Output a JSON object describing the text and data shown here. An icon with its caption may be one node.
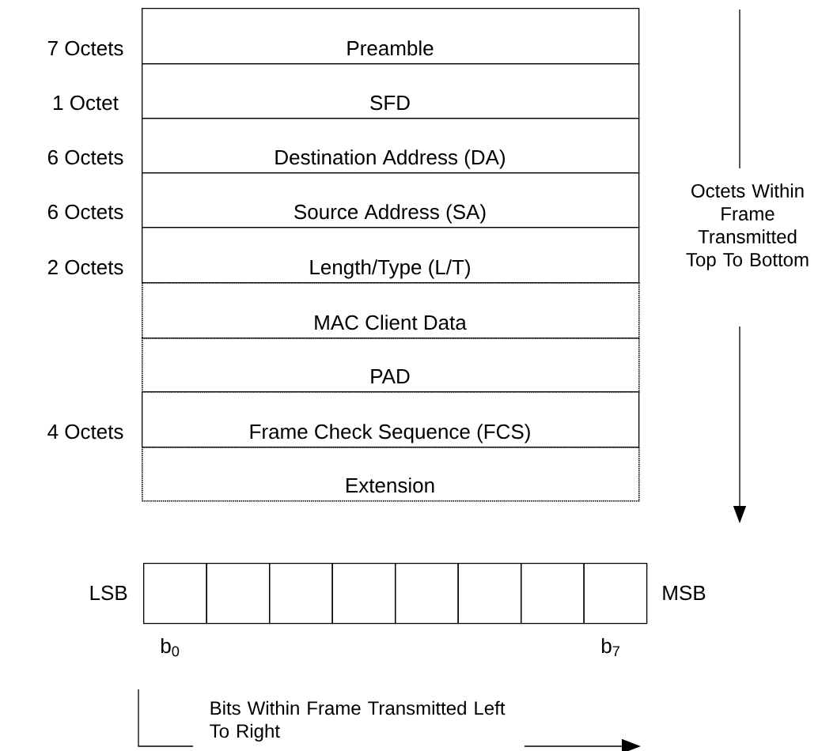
{
  "diagram": {
    "nodes": [
      {
        "text": [
          "Preamble"
        ],
        "beside": [
          "7 Octets"
        ]
      },
      {
        "text": [
          "SFD"
        ],
        "beside": [
          "1 Octet"
        ]
      },
      {
        "text": [
          "Destination Address (DA)"
        ],
        "beside": [
          "6 Octets"
        ]
      },
      {
        "text": [
          "Source Address (SA)"
        ],
        "beside": [
          "6 Octets"
        ]
      },
      {
        "text": [
          "Length/Type (L/T)"
        ],
        "beside": [
          "2 Octets"
        ]
      },
      {
        "text": [
          "MAC Client Data"
        ]
      },
      {
        "text": [
          "PAD"
        ]
      },
      {
        "text": [
          "Frame Check Sequence (FCS)"
        ],
        "beside": [
          "4 Octets"
        ]
      },
      {
        "text": [
          "Extension"
        ]
      },
      {
        "text": [],
        "shape": "box",
        "beside": [
          "LSB",
          "b$_{0}$"
        ]
      },
      {
        "text": [],
        "shape": "box"
      },
      {
        "text": [],
        "shape": "box"
      },
      {
        "text": [],
        "shape": "box"
      },
      {
        "text": [],
        "shape": "box"
      },
      {
        "text": [],
        "shape": "box"
      },
      {
        "text": [],
        "shape": "box"
      },
      {
        "text": [],
        "shape": "box",
        "beside": [
          "MSB",
          "b$_{7}$"
        ]
      }
    ],
    "labels": [
      "Octets Within Frame Transmitted Top To Bottom",
      "Bits Within Frame Transmitted Left To Right"
    ]
  }
}
